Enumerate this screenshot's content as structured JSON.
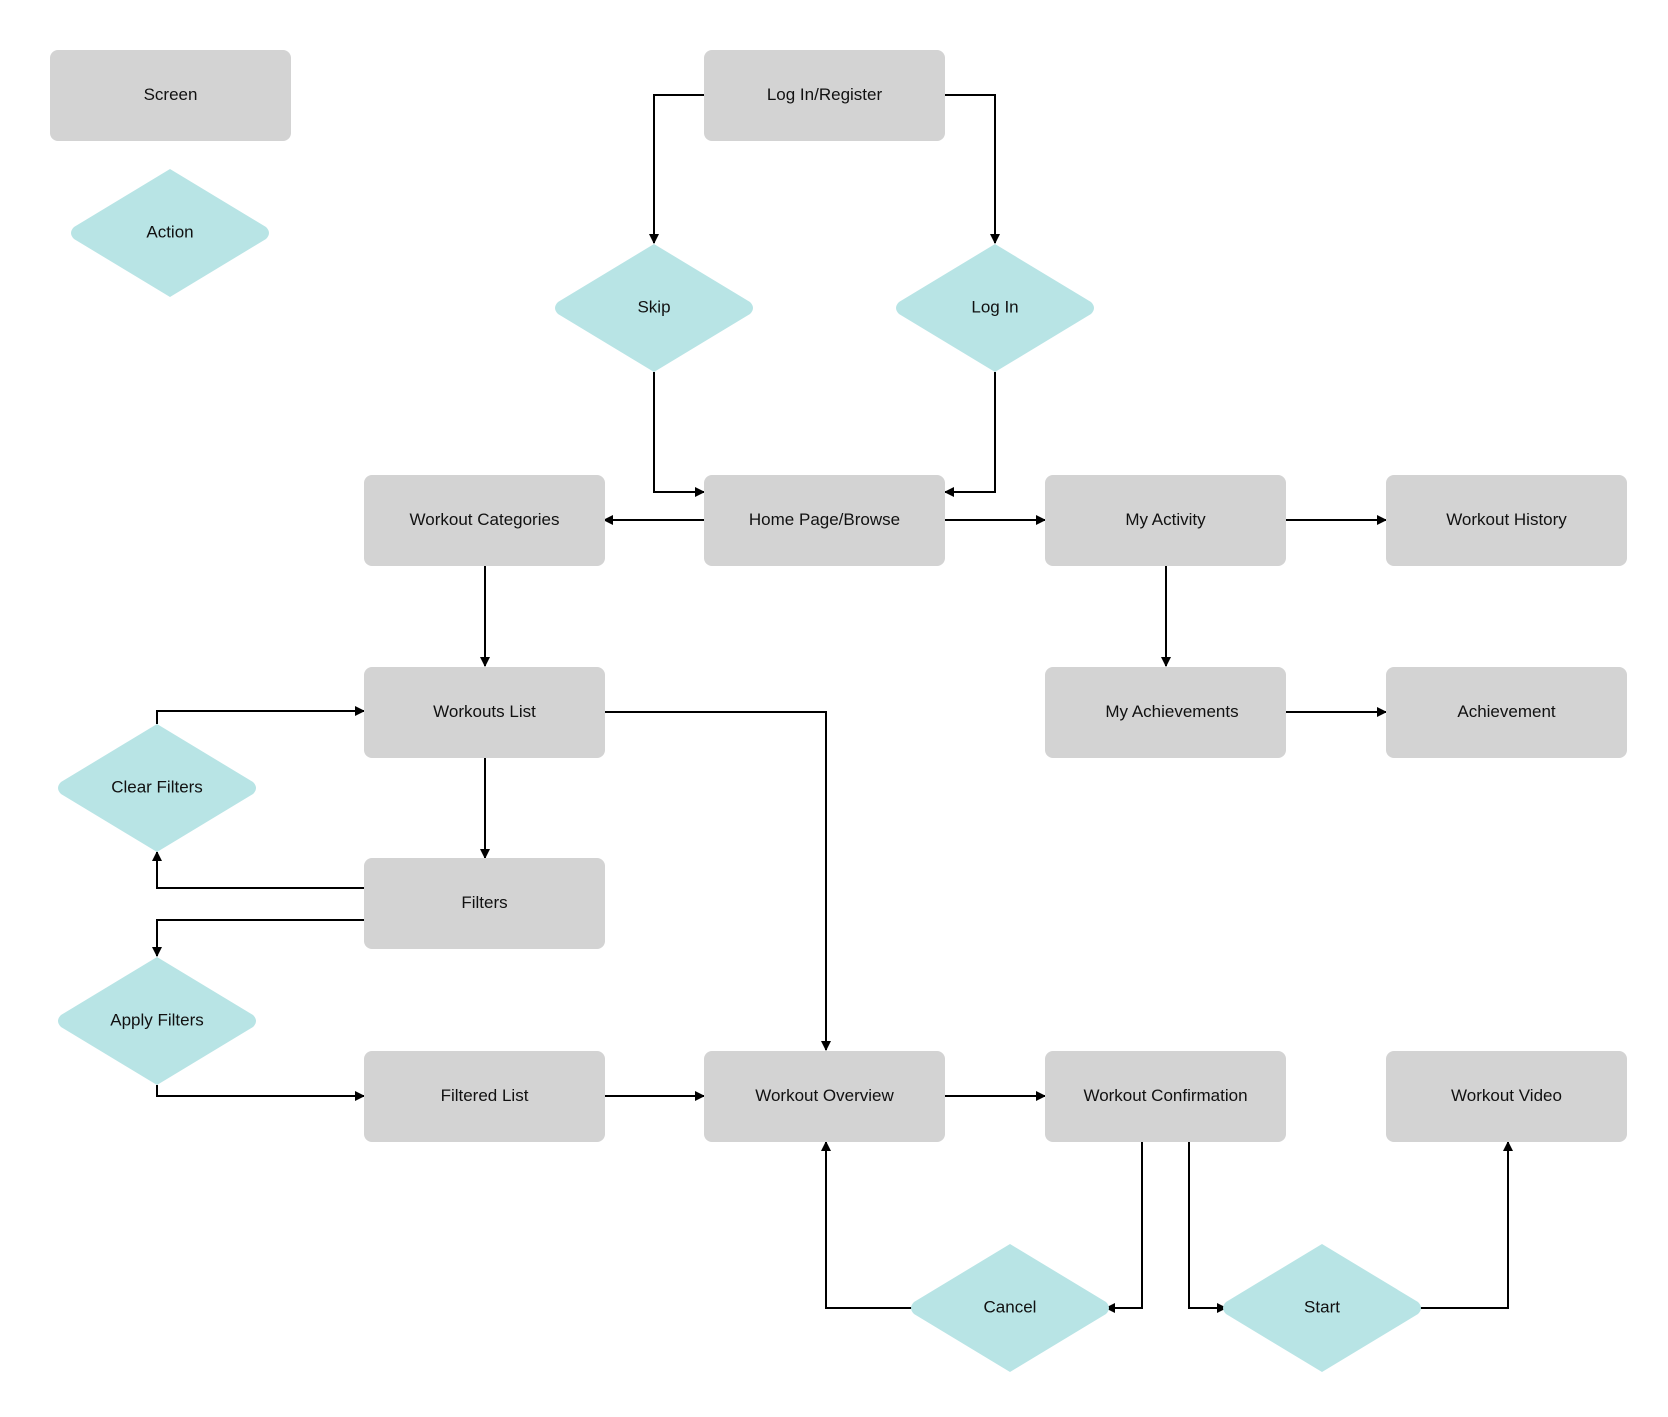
{
  "legend": {
    "screen": "Screen",
    "action": "Action"
  },
  "screens": {
    "login_register": "Log In/Register",
    "home_browse": "Home Page/Browse",
    "workout_categories": "Workout Categories",
    "my_activity": "My Activity",
    "workout_history": "Workout History",
    "workouts_list": "Workouts List",
    "my_achievements": "My Achievements",
    "achievement": "Achievement",
    "filters": "Filters",
    "filtered_list": "Filtered List",
    "workout_overview": "Workout Overview",
    "workout_confirmation": "Workout Confirmation",
    "workout_video": "Workout Video"
  },
  "actions": {
    "skip": "Skip",
    "log_in": "Log In",
    "clear_filters": "Clear Filters",
    "apply_filters": "Apply Filters",
    "cancel": "Cancel",
    "start": "Start"
  },
  "colors": {
    "screen_fill": "#d3d3d3",
    "action_fill": "#b8e4e5",
    "connector": "#000000",
    "background": "#ffffff"
  }
}
